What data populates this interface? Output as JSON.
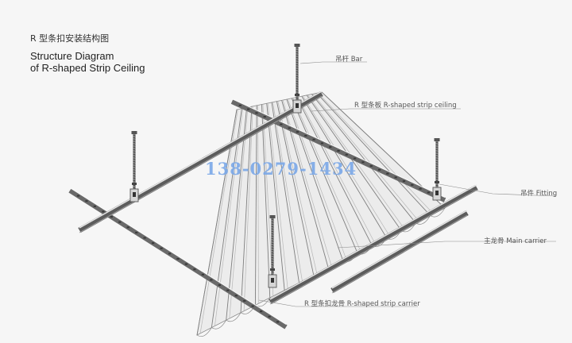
{
  "title": {
    "cn": "R 型条扣安装结构图",
    "en_line1": "Structure Diagram",
    "en_line2": "of R-shaped Strip Ceiling"
  },
  "watermark": {
    "phone": "138-0279-1434",
    "color": "#7aa8e8"
  },
  "labels": {
    "bar": "吊杆 Bar",
    "strip_ceiling": "R 型条板  R-shaped strip ceiling",
    "fitting": "吊件  Fitting",
    "main_carrier": "主龙骨  Main carrier",
    "strip_carrier": "R 型条扣龙骨  R-shaped strip carrier"
  }
}
